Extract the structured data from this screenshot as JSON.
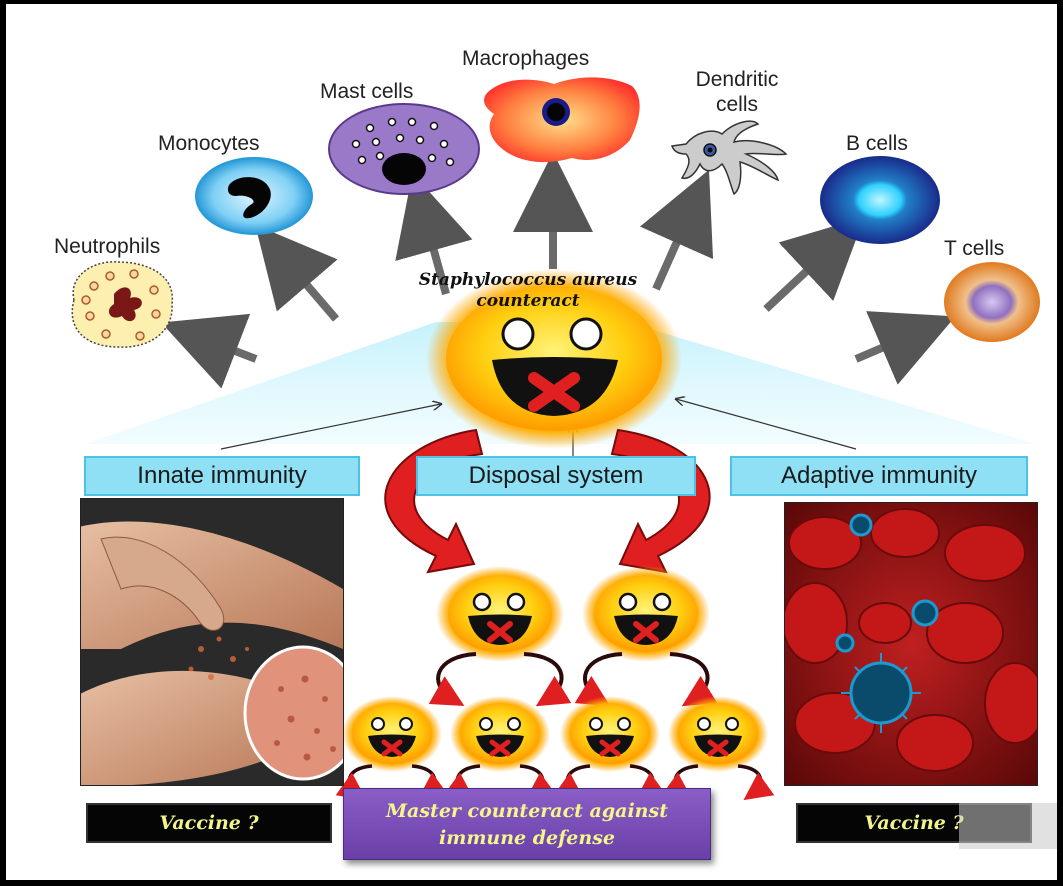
{
  "cells": {
    "neutrophils": "Neutrophils",
    "monocytes": "Monocytes",
    "mast_cells": "Mast cells",
    "macrophages": "Macrophages",
    "dendritic_line1": "Dendritic",
    "dendritic_line2": "cells",
    "b_cells": "B cells",
    "t_cells": "T cells"
  },
  "center": {
    "title_line1": "Staphylococcus aureus",
    "title_line2": "counteract"
  },
  "sections": {
    "innate": "Innate immunity",
    "disposal": "Disposal system",
    "adaptive": "Adaptive immunity"
  },
  "bottom": {
    "vaccine_left": "Vaccine ?",
    "vaccine_right": "Vaccine ?",
    "master_line1": "Master counteract against",
    "master_line2": "immune defense"
  },
  "colors": {
    "cyan_box": "#8fe0f5",
    "smiley_yellow": "#ffd21f",
    "red_arrow": "#e02020",
    "purple_box": "#7b4fb8",
    "vaccine_text": "#f2f58c"
  }
}
